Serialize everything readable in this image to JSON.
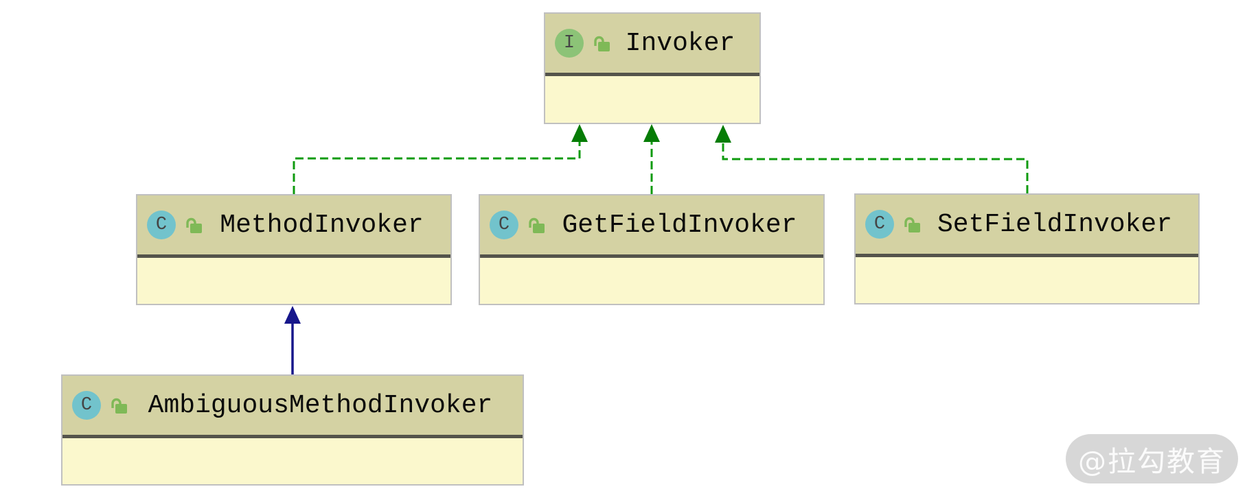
{
  "diagram": {
    "type": "uml-class-diagram",
    "nodes": [
      {
        "name": "Invoker",
        "kind": "interface",
        "badge": "I",
        "visibility_icon": "unlock"
      },
      {
        "name": "MethodInvoker",
        "kind": "class",
        "badge": "C",
        "visibility_icon": "unlock"
      },
      {
        "name": "GetFieldInvoker",
        "kind": "class",
        "badge": "C",
        "visibility_icon": "unlock"
      },
      {
        "name": "SetFieldInvoker",
        "kind": "class",
        "badge": "C",
        "visibility_icon": "unlock"
      },
      {
        "name": "AmbiguousMethodInvoker",
        "kind": "class",
        "badge": "C",
        "visibility_icon": "unlock"
      }
    ],
    "edges": [
      {
        "from": "MethodInvoker",
        "to": "Invoker",
        "relation": "implements",
        "style": "dashed-green"
      },
      {
        "from": "GetFieldInvoker",
        "to": "Invoker",
        "relation": "implements",
        "style": "dashed-green"
      },
      {
        "from": "SetFieldInvoker",
        "to": "Invoker",
        "relation": "implements",
        "style": "dashed-green"
      },
      {
        "from": "AmbiguousMethodInvoker",
        "to": "MethodInvoker",
        "relation": "extends",
        "style": "solid-blue"
      }
    ],
    "colors": {
      "node_header": "#d4d2a3",
      "node_body": "#fbf8cd",
      "node_border": "#c0c0c0",
      "header_separator": "#54544b",
      "interface_badge": "#8cc377",
      "class_badge": "#72c3cc",
      "badge_letter": "#454545",
      "lock_green": "#7fb957",
      "implements_edge": "#0f9b0f",
      "implements_arrowhead": "#067c06",
      "extends_edge": "#16168b"
    }
  },
  "watermark": {
    "text": "@拉勾教育"
  }
}
